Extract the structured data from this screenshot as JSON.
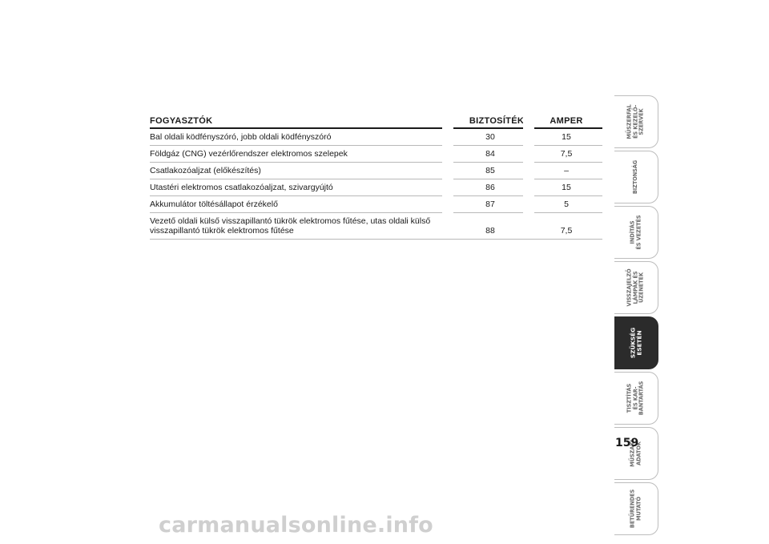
{
  "table": {
    "headers": {
      "consumer": "FOGYASZTÓK",
      "fuse": "BIZTOSÍTÉK",
      "amper": "AMPER"
    },
    "rows": [
      {
        "consumer": "Bal oldali ködfényszóró, jobb oldali ködfényszóró",
        "fuse": "30",
        "amper": "15"
      },
      {
        "consumer": "Földgáz (CNG) vezérlőrendszer elektromos szelepek",
        "fuse": "84",
        "amper": "7,5"
      },
      {
        "consumer": "Csatlakozóaljzat (előkészítés)",
        "fuse": "85",
        "amper": "–"
      },
      {
        "consumer": "Utastéri elektromos csatlakozóaljzat, szivargyújtó",
        "fuse": "86",
        "amper": "15"
      },
      {
        "consumer": "Akkumulátor töltésállapot érzékelő",
        "fuse": "87",
        "amper": "5"
      },
      {
        "consumer_line1": "Vezető oldali külső visszapillantó tükrök elektromos fűtése, utas oldali külső",
        "consumer_line2": "visszapillantó tükrök elektromos fűtése",
        "fuse": "88",
        "amper": "7,5"
      }
    ]
  },
  "side_tabs": [
    {
      "label": "MŰSZERFAL\nÉS KEZELŐ-\nSZERVEK",
      "active": false
    },
    {
      "label": "BIZTONSÁG",
      "active": false
    },
    {
      "label": "INDÍTÁS\nÉS VEZETÉS",
      "active": false
    },
    {
      "label": "VISSZAJELZŐ\nLÁMPÁK ÉS\nÜZENETEK",
      "active": false
    },
    {
      "label": "SZÜKSÉG ESETÉN",
      "active": true
    },
    {
      "label": "TISZTÍTÁS\nÉS KAR-\nBANTARTÁS",
      "active": false
    },
    {
      "label": "MŰSZAKI\nADATOK",
      "active": false
    },
    {
      "label": "BETŰRENDES\nMUTATÓ",
      "active": false
    }
  ],
  "page_number": "159",
  "watermark": "carmanualsonline.info"
}
